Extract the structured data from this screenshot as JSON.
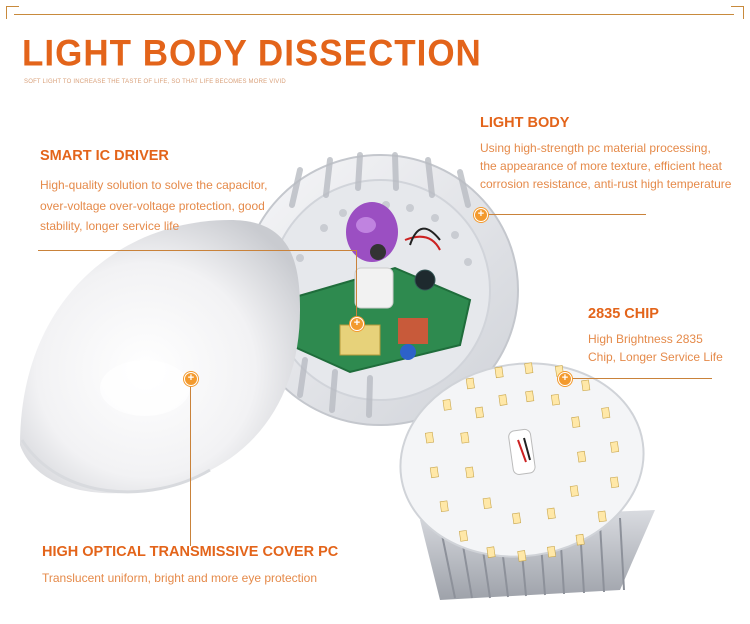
{
  "title": "LIGHT BODY DISSECTION",
  "subtitle": "SOFT LIGHT TO INCREASE THE TASTE OF LIFE, SO THAT LIFE BECOMES MORE VIVID",
  "accent_color": "#e3641a",
  "text_color": "#e58a4a",
  "callouts": {
    "smart_ic": {
      "heading": "SMART IC DRIVER",
      "lines": [
        "High-quality solution to solve the capacitor,",
        "over-voltage over-voltage protection, good",
        "stability, longer service life"
      ]
    },
    "light_body": {
      "heading": "LIGHT BODY",
      "lines": [
        "Using high-strength pc material processing,",
        "the appearance of more texture, efficient heat",
        "corrosion resistance, anti-rust high temperature"
      ]
    },
    "chip": {
      "heading": "2835 CHIP",
      "lines": [
        "High Brightness 2835",
        "Chip, Longer Service Life"
      ]
    },
    "cover": {
      "heading": "HIGH OPTICAL TRANSMISSIVE COVER PC",
      "lines": [
        "Translucent uniform, bright and more eye protection"
      ]
    }
  },
  "marker_symbol": "+"
}
